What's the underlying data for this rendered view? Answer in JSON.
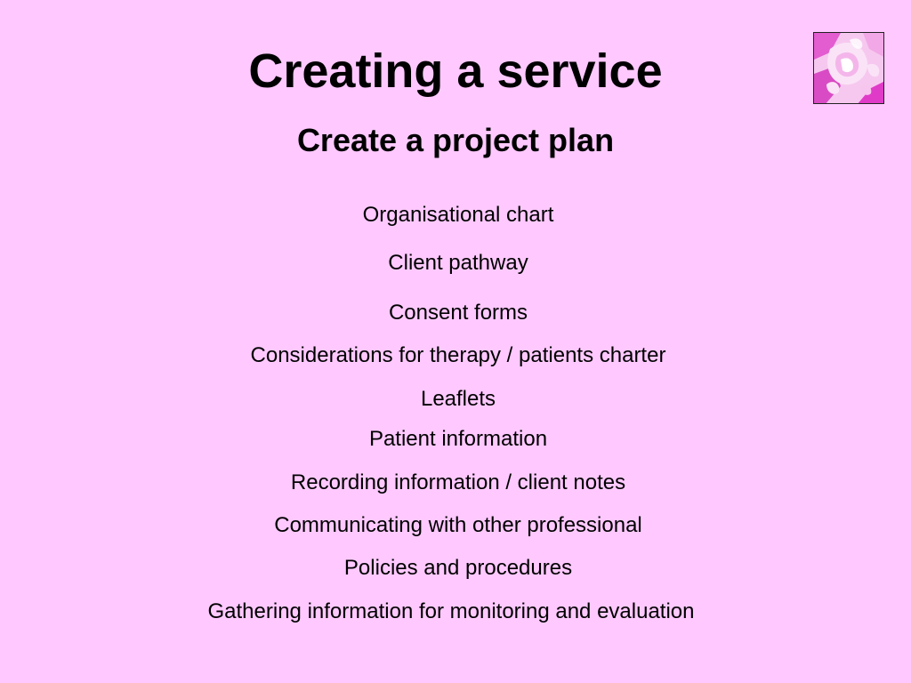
{
  "slide": {
    "title": "Creating a service",
    "subtitle": "Create a project plan",
    "items": [
      "Organisational chart",
      "Client pathway",
      "Consent forms",
      "Considerations for therapy / patients charter",
      "Leaflets",
      "Patient information",
      "Recording information / client notes",
      "Communicating with other professional",
      "Policies and procedures",
      "Gathering information for monitoring and evaluation"
    ]
  },
  "logo": {
    "icon": "pink-flower-photo-icon",
    "accent_color": "#e03bc8",
    "background_color": "#ffc9ff"
  }
}
